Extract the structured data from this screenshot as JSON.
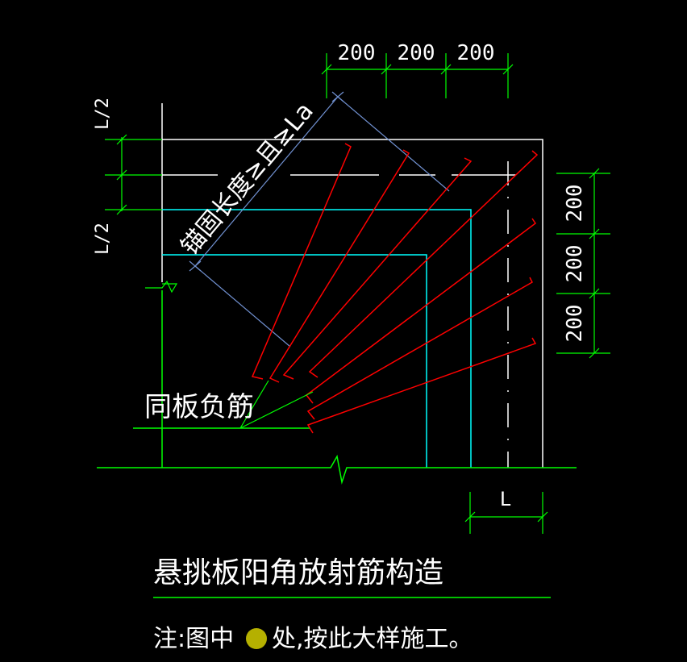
{
  "dimensions": {
    "top": [
      "200",
      "200",
      "200"
    ],
    "right": [
      "200",
      "200",
      "200"
    ],
    "left_half_upper": "L/2",
    "left_half_lower": "L/2",
    "bottom": "L"
  },
  "labels": {
    "anchor_length": "锚固长度≥且≥La",
    "same_as_slab": "同板负筋",
    "title": "悬挑板阳角放射筋构造",
    "note_prefix": "注:图中",
    "note_suffix": "处,按此大样施工。"
  },
  "colors": {
    "background": "#000000",
    "white": "#ffffff",
    "green": "#00ff00",
    "cyan": "#00ffff",
    "red": "#ff0000",
    "blue_dim": "#7090d0",
    "marker": "#b5b000"
  }
}
